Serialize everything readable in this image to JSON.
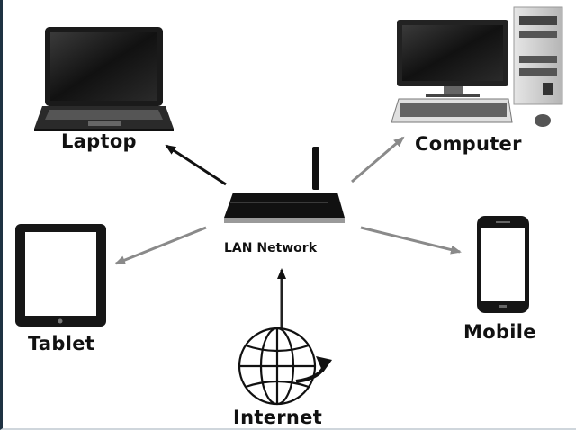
{
  "nodes": {
    "laptop": {
      "label": "Laptop"
    },
    "computer": {
      "label": "Computer"
    },
    "tablet": {
      "label": "Tablet"
    },
    "mobile": {
      "label": "Mobile"
    },
    "router": {
      "label": "LAN Network"
    },
    "internet": {
      "label": "Internet"
    }
  },
  "colors": {
    "arrow_dark": "#111111",
    "arrow_gray": "#8a8a8a",
    "device_body": "#1c1c1c",
    "device_silver": "#c8c8c8",
    "screen_white": "#ffffff",
    "frame_border": "#1e3242"
  },
  "edges": [
    {
      "from": "router",
      "to": "laptop",
      "style": "dark"
    },
    {
      "from": "router",
      "to": "computer",
      "style": "gray"
    },
    {
      "from": "router",
      "to": "tablet",
      "style": "gray"
    },
    {
      "from": "router",
      "to": "mobile",
      "style": "gray"
    },
    {
      "from": "internet",
      "to": "router",
      "style": "dark"
    }
  ]
}
